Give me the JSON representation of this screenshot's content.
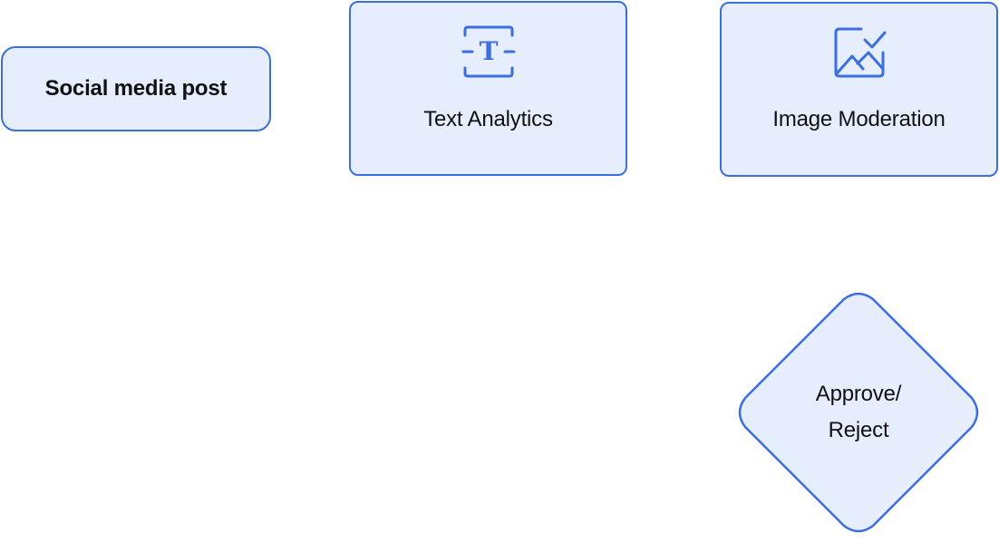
{
  "diagram": {
    "nodes": {
      "social_post": {
        "label": "Social media post",
        "shape": "rounded-rectangle"
      },
      "text_analytics": {
        "label": "Text Analytics",
        "icon": "text-icon",
        "shape": "rectangle"
      },
      "image_moderation": {
        "label": "Image Moderation",
        "icon": "image-check-icon",
        "shape": "rectangle"
      },
      "approve_reject": {
        "label": "Approve/ Reject",
        "shape": "diamond"
      }
    },
    "colors": {
      "node_fill": "#e6edfd",
      "node_border": "#3b6fe0",
      "icon": "#3b6fe0",
      "text": "#111111"
    }
  }
}
